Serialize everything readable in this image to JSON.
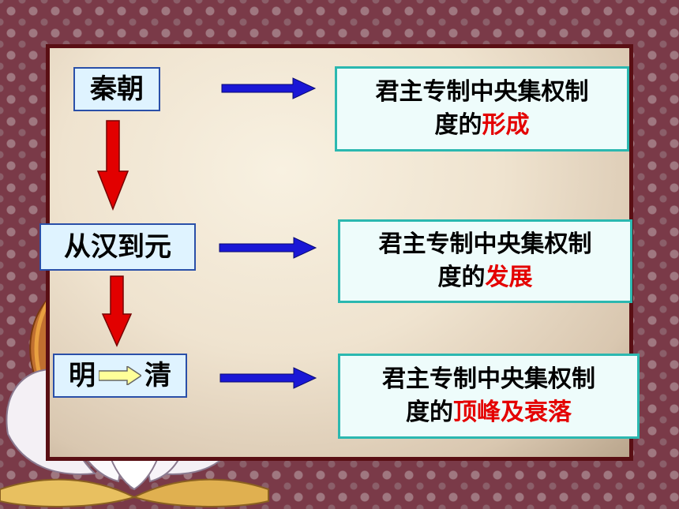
{
  "eras": {
    "qin": "秦朝",
    "han_yuan": "从汉到元",
    "ming": "明",
    "qing": "清"
  },
  "results": [
    {
      "prefix_line1": "君主专制中央集权制",
      "prefix_line2": "度的",
      "highlight": "形成"
    },
    {
      "prefix_line1": "君主专制中央集权制",
      "prefix_line2": "度的",
      "highlight": "发展"
    },
    {
      "prefix_line1": "君主专制中央集权制",
      "prefix_line2": "度的",
      "highlight": "顶峰及衰落"
    }
  ],
  "colors": {
    "highlight": "#e40000",
    "right_arrow": "#1a17d6",
    "down_arrow": "#e20000",
    "small_arrow": "#ffff99",
    "frame": "#5a0f14"
  },
  "icons": [
    "lotus-flower-icon",
    "right-arrow-icon",
    "down-arrow-icon"
  ]
}
